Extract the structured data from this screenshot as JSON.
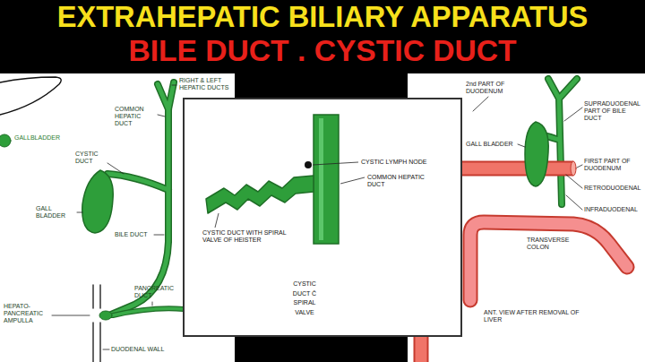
{
  "diagram": {
    "title": "EXTRAHEPATIC BILIARY APPARATUS",
    "labels": [
      "BILE DUCT . CYSTIC DUCT",
      "GALLBLADDER",
      "RIGHT & LEFT HEPATIC DUCTS",
      "COMMON HEPATIC DUCT",
      "CYSTIC DUCT",
      "GALL BLADDER",
      "BILE DUCT",
      "HEPATO-PANCREATIC AMPULLA",
      "PANCREATIC DUCT",
      "DUODENAL WALL",
      "CYSTIC LYMPH NODE",
      "COMMON HEPATIC DUCT",
      "CYSTIC DUCT WITH SPIRAL VALVE OF HEISTER",
      "CYSTIC DUCT C̄ SPIRAL VALVE",
      "2nd PART OF DUODENUM",
      "SUPRADUODENAL PART OF BILE DUCT",
      "GALL BLADDER",
      "FIRST PART OF DUODENUM",
      "RETRODUODENAL",
      "INFRADUODENAL",
      "TRANSVERSE COLON",
      "ANT. VIEW AFTER REMOVAL OF LIVER"
    ]
  }
}
